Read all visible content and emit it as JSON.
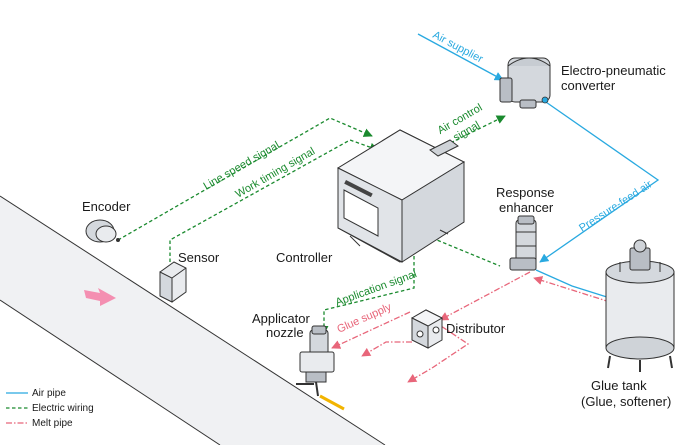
{
  "labels": {
    "electro_pneumatic_converter": [
      "Electro-pneumatic",
      "converter"
    ],
    "encoder": "Encoder",
    "controller": "Controller",
    "sensor": "Sensor",
    "response_enhancer": [
      "Response",
      "enhancer"
    ],
    "applicator_nozzle": [
      "Applicator",
      "nozzle"
    ],
    "distributor": "Distributor",
    "glue_tank": [
      "Glue tank",
      "(Glue, softener)"
    ]
  },
  "signals": {
    "air_supplier": "Air supplier",
    "air_control_signal": [
      "Air control",
      "signal"
    ],
    "line_speed_signal": "Line speed signal",
    "work_timing_signal": "Work timing signal",
    "application_signal": "Application signal",
    "glue_supply": "Glue supply",
    "pressure_feed_air": "Pressure-feed air"
  },
  "legend": [
    {
      "label": "Air pipe",
      "color": "#29a9e0",
      "style": "solid"
    },
    {
      "label": "Electric wiring",
      "color": "#1a8a2e",
      "style": "dashed"
    },
    {
      "label": "Melt pipe",
      "color": "#e8667a",
      "style": "dash-dot"
    }
  ],
  "colors": {
    "air": "#29a9e0",
    "electric": "#1a8a2e",
    "melt": "#e8667a",
    "conveyor": "#f0f1f3",
    "direction_arrow": "#f48fb1",
    "glue_bead": "#f2b400"
  }
}
